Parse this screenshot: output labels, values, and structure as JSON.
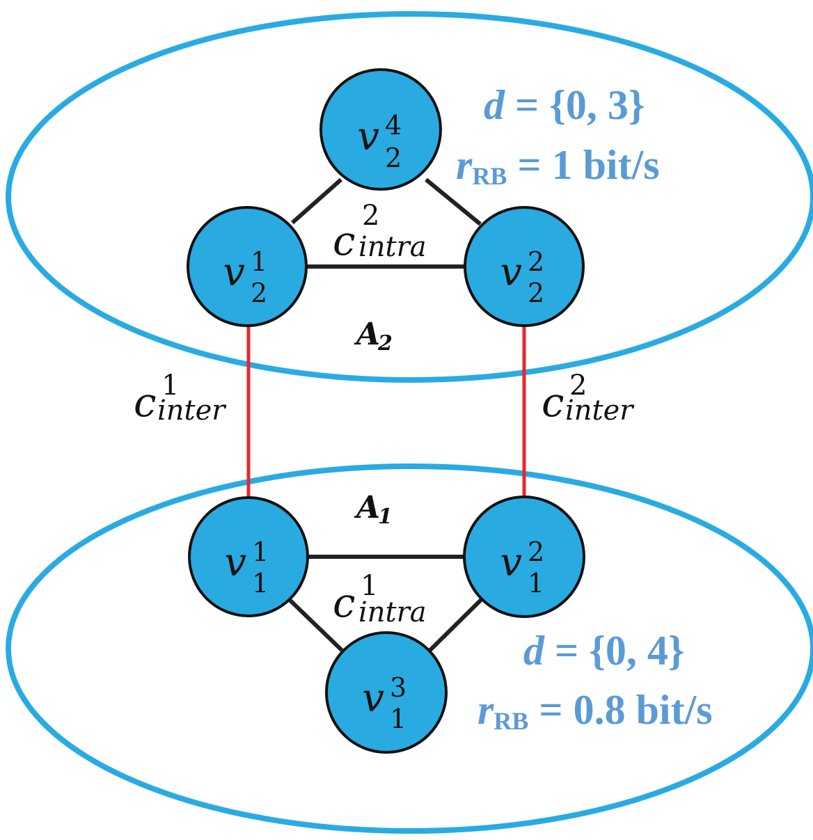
{
  "areas": [
    {
      "label": "A",
      "index": "2"
    },
    {
      "label": "A",
      "index": "1"
    }
  ],
  "nodes": [
    {
      "var": "v",
      "sub": "2",
      "sup": "4"
    },
    {
      "var": "v",
      "sub": "2",
      "sup": "1"
    },
    {
      "var": "v",
      "sub": "2",
      "sup": "2"
    },
    {
      "var": "v",
      "sub": "1",
      "sup": "1"
    },
    {
      "var": "v",
      "sub": "1",
      "sup": "2"
    },
    {
      "var": "v",
      "sub": "1",
      "sup": "3"
    }
  ],
  "capacities": {
    "intra_top": {
      "main": "c",
      "sub": "intra",
      "sup": "2"
    },
    "intra_bottom": {
      "main": "c",
      "sub": "intra",
      "sup": "1"
    },
    "inter_left": {
      "main": "c",
      "sub": "inter",
      "sup": "1"
    },
    "inter_right": {
      "main": "c",
      "sub": "inter",
      "sup": "2"
    }
  },
  "annotations": {
    "top": {
      "d_var": "d",
      "d_rest": " = {0, 3}",
      "r_var": "r",
      "r_sub": "RB",
      "r_rest": " = 1 bit/s"
    },
    "bottom": {
      "d_var": "d",
      "d_rest": " = {0, 4}",
      "r_var": "r",
      "r_sub": "RB",
      "r_rest": " = 0.8 bit/s"
    }
  },
  "colors": {
    "node_fill": "#29abe2",
    "ellipse_stroke": "#29abe2",
    "inter_link": "#e8262e",
    "intra_link": "#222222",
    "annotation_text": "#5b9bd5"
  }
}
